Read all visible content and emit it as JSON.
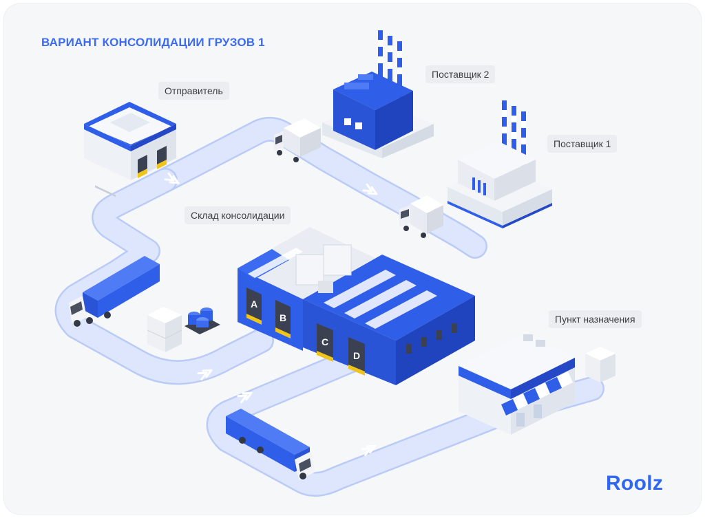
{
  "title": "ВАРИАНТ КОНСОЛИДАЦИИ ГРУЗОВ 1",
  "labels": {
    "sender": "Отправитель",
    "supplier2": "Поставщик 2",
    "supplier1": "Поставщик 1",
    "warehouse": "Склад консолидации",
    "destination": "Пункт назначения"
  },
  "gates": [
    "A",
    "B",
    "C",
    "D"
  ],
  "brand": "Roolz",
  "colors": {
    "accent": "#3a6bf0",
    "path": "#dbe5fc",
    "path_edge": "#b9cbf6",
    "arrow": "#ffffff",
    "building_blue": "#2f5ee8",
    "building_white": "#f2f4f8"
  }
}
